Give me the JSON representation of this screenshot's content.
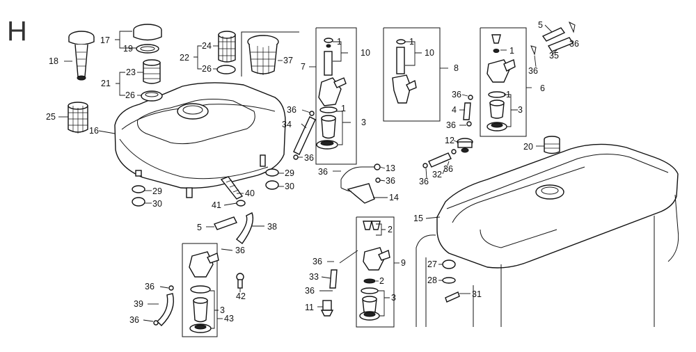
{
  "diagram": {
    "section_letter": "H",
    "callouts": [
      "1",
      "2",
      "3",
      "4",
      "5",
      "6",
      "7",
      "8",
      "9",
      "10",
      "11",
      "12",
      "13",
      "14",
      "15",
      "16",
      "17",
      "18",
      "19",
      "20",
      "21",
      "22",
      "23",
      "24",
      "25",
      "26",
      "27",
      "28",
      "29",
      "30",
      "31",
      "32",
      "33",
      "34",
      "35",
      "36",
      "37",
      "38",
      "39",
      "40",
      "41",
      "42",
      "43"
    ]
  }
}
